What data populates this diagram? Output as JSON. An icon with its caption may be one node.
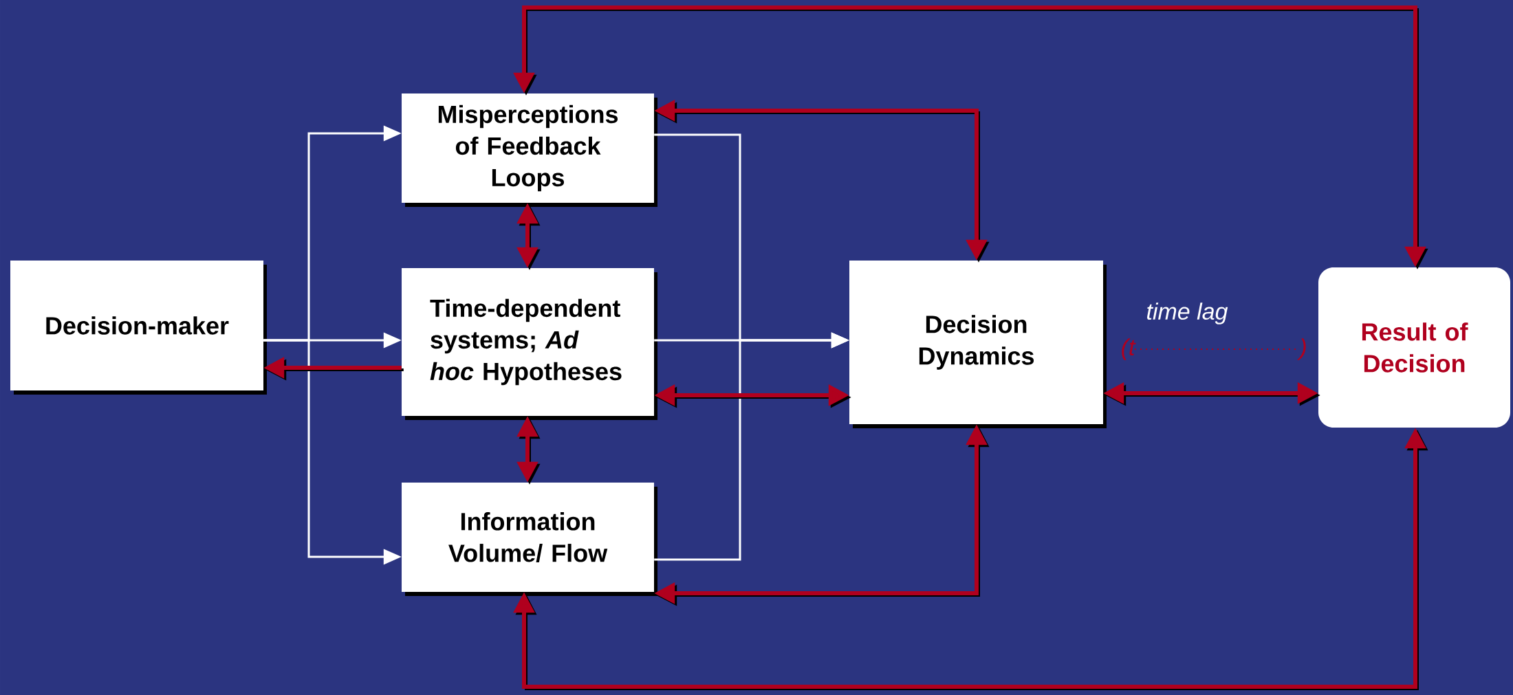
{
  "diagram": {
    "nodes": [
      {
        "text": [
          "Decision-maker"
        ]
      },
      {
        "text": [
          "Misperceptions of Feedback Loops"
        ]
      },
      {
        "text": [
          "Time-dependent systems; *Ad hoc* Hypotheses"
        ]
      },
      {
        "text": [
          "Information Volume/ Flow"
        ]
      },
      {
        "text": [
          "Decision Dynamics"
        ]
      },
      {
        "text": [
          "Result of Decision"
        ]
      }
    ],
    "edges": [
      {
        "from": 0,
        "to": 1,
        "arrow": "to",
        "color": "#ffffff"
      },
      {
        "from": 0,
        "to": 2,
        "arrow": "to",
        "color": "#ffffff"
      },
      {
        "from": 0,
        "to": 3,
        "arrow": "to",
        "color": "#ffffff"
      },
      {
        "from": 1,
        "to": 4,
        "arrow": "to",
        "color": "#ffffff"
      },
      {
        "from": 2,
        "to": 4,
        "arrow": "to",
        "color": "#ffffff"
      },
      {
        "from": 3,
        "to": 4,
        "arrow": "to",
        "color": "#ffffff"
      },
      {
        "from": 2,
        "to": 0,
        "arrow": "to",
        "color": "#b0001e"
      },
      {
        "from": 1,
        "to": 2,
        "arrow": "both",
        "color": "#b0001e"
      },
      {
        "from": 2,
        "to": 3,
        "arrow": "both",
        "color": "#b0001e"
      },
      {
        "from": 2,
        "to": 4,
        "arrow": "both",
        "color": "#b0001e"
      },
      {
        "from": 4,
        "to": 1,
        "arrow": "both",
        "color": "#b0001e"
      },
      {
        "from": 4,
        "to": 3,
        "arrow": "both",
        "color": "#b0001e"
      },
      {
        "from": 4,
        "to": 5,
        "arrow": "both",
        "color": "#b0001e"
      },
      {
        "from": 5,
        "to": 1,
        "arrow": "both",
        "color": "#b0001e"
      },
      {
        "from": 5,
        "to": 3,
        "arrow": "both",
        "color": "#b0001e"
      }
    ],
    "labels": [
      "time lag",
      "(t",
      ")"
    ]
  }
}
